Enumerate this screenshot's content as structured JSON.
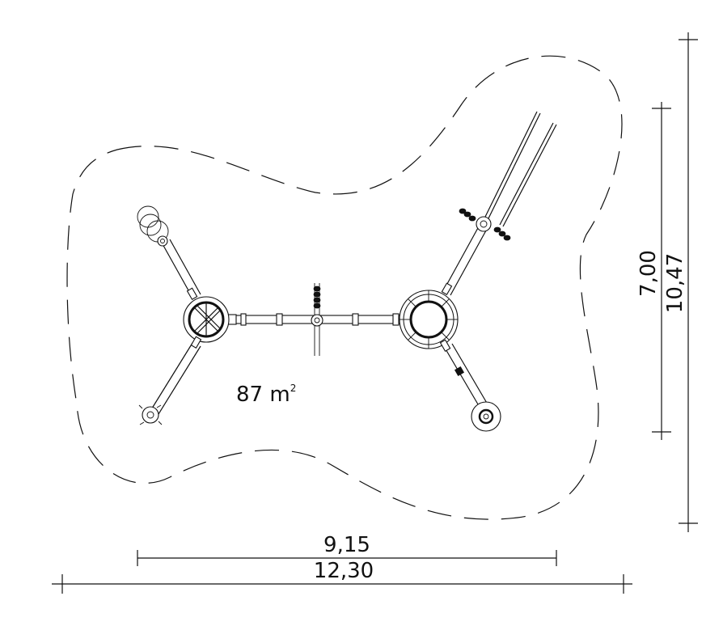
{
  "area": {
    "value": "87 m",
    "unit_sup": "2"
  },
  "dimensions": {
    "width_inner": "9,15",
    "width_outer": "12,30",
    "height_inner": "7,00",
    "height_outer": "10,47"
  },
  "colors": {
    "line": "#111111",
    "background": "#ffffff"
  }
}
